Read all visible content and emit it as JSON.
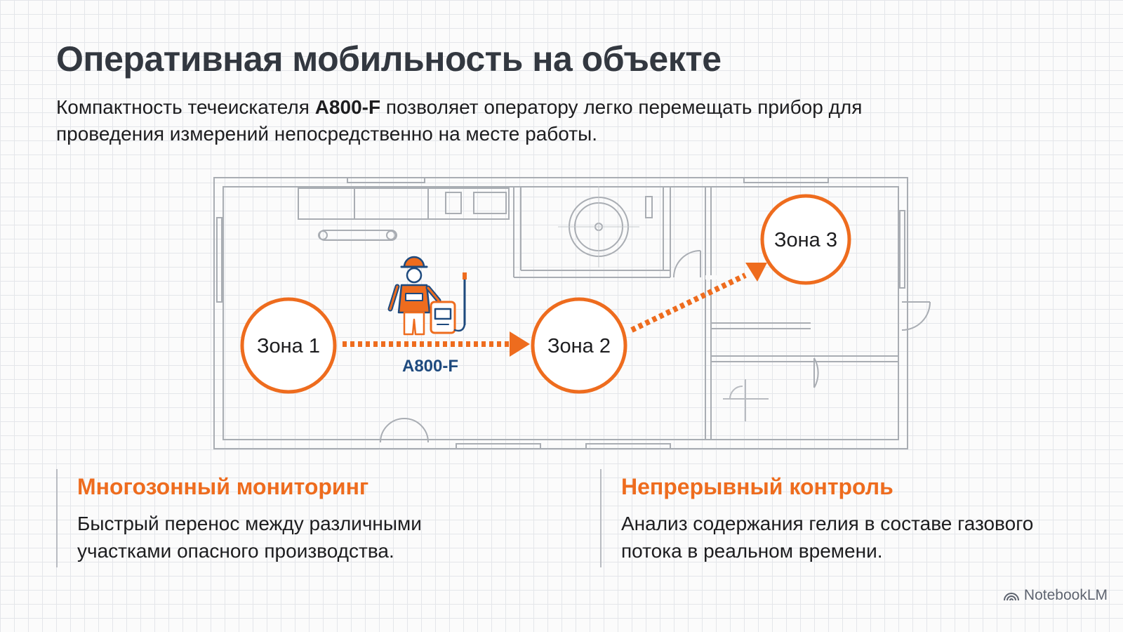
{
  "slide": {
    "title": "Оперативная мобильность на объекте",
    "intro_before": "Компактность течеискателя ",
    "intro_model": "A800-F",
    "intro_after": " позволяет оператору легко перемещать прибор для проведения измерений непосредственно на месте работы."
  },
  "diagram": {
    "zones": [
      "Зона 1",
      "Зона 2",
      "Зона 3"
    ],
    "device_label": "A800-F",
    "worker_icon": "worker-with-leak-detector-icon",
    "accent_color": "#ee6c1e",
    "device_label_color": "#1e4a7e"
  },
  "features": [
    {
      "title": "Многозонный мониторинг",
      "text": "Быстрый перенос между различными участками опасного производства."
    },
    {
      "title": "Непрерывный контроль",
      "text": "Анализ содержания гелия в составе газового потока в реальном времени."
    }
  ],
  "brand": {
    "name": "NotebookLM",
    "icon": "notebooklm-logo-icon"
  }
}
